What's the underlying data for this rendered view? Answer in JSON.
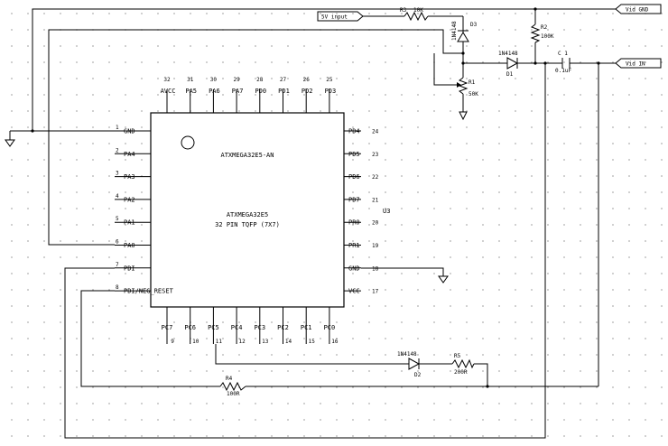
{
  "chip": {
    "part_top": "ATXMEGA32E5-AN",
    "part_name": "ATXMEGA32E5",
    "package": "32 PIN TQFP (7X7)",
    "designator": "U3"
  },
  "pins": {
    "left": [
      {
        "num": "1",
        "name": "GND"
      },
      {
        "num": "2",
        "name": "PA4"
      },
      {
        "num": "3",
        "name": "PA3"
      },
      {
        "num": "4",
        "name": "PA2"
      },
      {
        "num": "5",
        "name": "PA1"
      },
      {
        "num": "6",
        "name": "PA0"
      },
      {
        "num": "7",
        "name": "PDI"
      },
      {
        "num": "8",
        "name": "PDI/NEG_RESET"
      }
    ],
    "right": [
      {
        "num": "24",
        "name": "PD4"
      },
      {
        "num": "23",
        "name": "PD5"
      },
      {
        "num": "22",
        "name": "PD6"
      },
      {
        "num": "21",
        "name": "PD7"
      },
      {
        "num": "20",
        "name": "PR0"
      },
      {
        "num": "19",
        "name": "PR1"
      },
      {
        "num": "18",
        "name": "GND"
      },
      {
        "num": "17",
        "name": "VCC"
      }
    ],
    "top": [
      {
        "num": "32",
        "name": "AVCC"
      },
      {
        "num": "31",
        "name": "PA5"
      },
      {
        "num": "30",
        "name": "PA6"
      },
      {
        "num": "29",
        "name": "PA7"
      },
      {
        "num": "28",
        "name": "PD0"
      },
      {
        "num": "27",
        "name": "PD1"
      },
      {
        "num": "26",
        "name": "PD2"
      },
      {
        "num": "25",
        "name": "PD3"
      }
    ],
    "bottom": [
      {
        "num": "9",
        "name": "PC7"
      },
      {
        "num": "10",
        "name": "PC6"
      },
      {
        "num": "11",
        "name": "PC5"
      },
      {
        "num": "12",
        "name": "PC4"
      },
      {
        "num": "13",
        "name": "PC3"
      },
      {
        "num": "14",
        "name": "PC2"
      },
      {
        "num": "15",
        "name": "PC1"
      },
      {
        "num": "16",
        "name": "PC0"
      }
    ]
  },
  "ports": {
    "five_volt_input": "5V input",
    "vid_gnd": "Vid GND",
    "vid_in": "Vid IN"
  },
  "components": {
    "r3": {
      "ref": "R3",
      "value": "10K"
    },
    "d3": {
      "ref": "D3",
      "value": "1N4148"
    },
    "r2": {
      "ref": "R2",
      "value": "100K"
    },
    "d1": {
      "ref": "D1",
      "value": "1N4148"
    },
    "c1": {
      "ref": "C 1",
      "value": "0.1uF"
    },
    "r1": {
      "ref": "R1",
      "value": "50K"
    },
    "d2": {
      "ref": "D2",
      "value": "1N4148"
    },
    "r5": {
      "ref": "R5",
      "value": "200R"
    },
    "r4": {
      "ref": "R4",
      "value": "100R"
    }
  }
}
